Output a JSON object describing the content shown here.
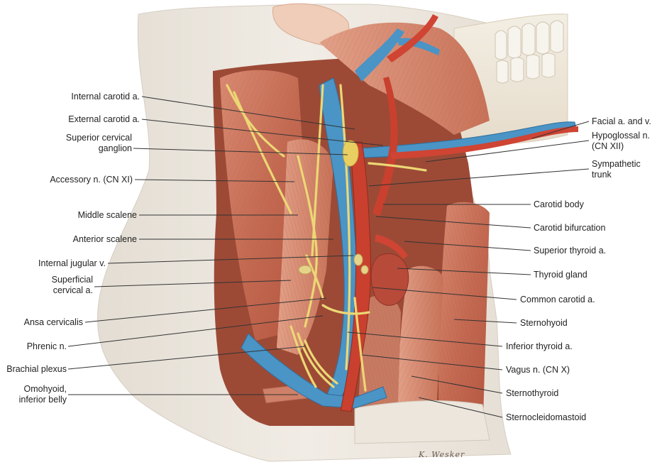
{
  "colors": {
    "background": "#ffffff",
    "skin": "#ece6de",
    "muscle": "#c9745e",
    "muscle_dark": "#a8503d",
    "vein": "#3f8fc0",
    "artery": "#c83a2a",
    "nerve": "#e8d36a",
    "bone": "#efe9dc",
    "leader": "#333333"
  },
  "labels_left": [
    {
      "id": "internal-carotid-a",
      "lines": [
        "Internal carotid a."
      ]
    },
    {
      "id": "external-carotid-a",
      "lines": [
        "External carotid a."
      ]
    },
    {
      "id": "superior-cervical-ganglion",
      "lines": [
        "Superior cervical",
        "ganglion"
      ]
    },
    {
      "id": "accessory-n",
      "lines": [
        "Accessory n. (CN XI)"
      ]
    },
    {
      "id": "middle-scalene",
      "lines": [
        "Middle scalene"
      ]
    },
    {
      "id": "anterior-scalene",
      "lines": [
        "Anterior scalene"
      ]
    },
    {
      "id": "internal-jugular-v",
      "lines": [
        "Internal jugular v."
      ]
    },
    {
      "id": "superficial-cervical-a",
      "lines": [
        "Superficial",
        "cervical a."
      ]
    },
    {
      "id": "ansa-cervicalis",
      "lines": [
        "Ansa cervicalis"
      ]
    },
    {
      "id": "phrenic-n",
      "lines": [
        "Phrenic n."
      ]
    },
    {
      "id": "brachial-plexus",
      "lines": [
        "Brachial plexus"
      ]
    },
    {
      "id": "omohyoid-inferior-belly",
      "lines": [
        "Omohyoid,",
        "inferior belly"
      ]
    }
  ],
  "labels_right": [
    {
      "id": "facial-a-and-v",
      "lines": [
        "Facial a. and v."
      ]
    },
    {
      "id": "hypoglossal-n",
      "lines": [
        "Hypoglossal n.",
        "(CN XII)"
      ]
    },
    {
      "id": "sympathetic-trunk",
      "lines": [
        "Sympathetic",
        "trunk"
      ]
    },
    {
      "id": "carotid-body",
      "lines": [
        "Carotid body"
      ]
    },
    {
      "id": "carotid-bifurcation",
      "lines": [
        "Carotid bifurcation"
      ]
    },
    {
      "id": "superior-thyroid-a",
      "lines": [
        "Superior thyroid a."
      ]
    },
    {
      "id": "thyroid-gland",
      "lines": [
        "Thyroid gland"
      ]
    },
    {
      "id": "common-carotid-a",
      "lines": [
        "Common carotid a."
      ]
    },
    {
      "id": "sternohyoid",
      "lines": [
        "Sternohyoid"
      ]
    },
    {
      "id": "inferior-thyroid-a",
      "lines": [
        "Inferior thyroid a."
      ]
    },
    {
      "id": "vagus-n",
      "lines": [
        "Vagus n. (CN X)"
      ]
    },
    {
      "id": "sternothyroid",
      "lines": [
        "Sternothyroid"
      ]
    },
    {
      "id": "sternocleidomastoid",
      "lines": [
        "Sternocleidomastoid"
      ]
    }
  ],
  "signature": "K. Wesker"
}
